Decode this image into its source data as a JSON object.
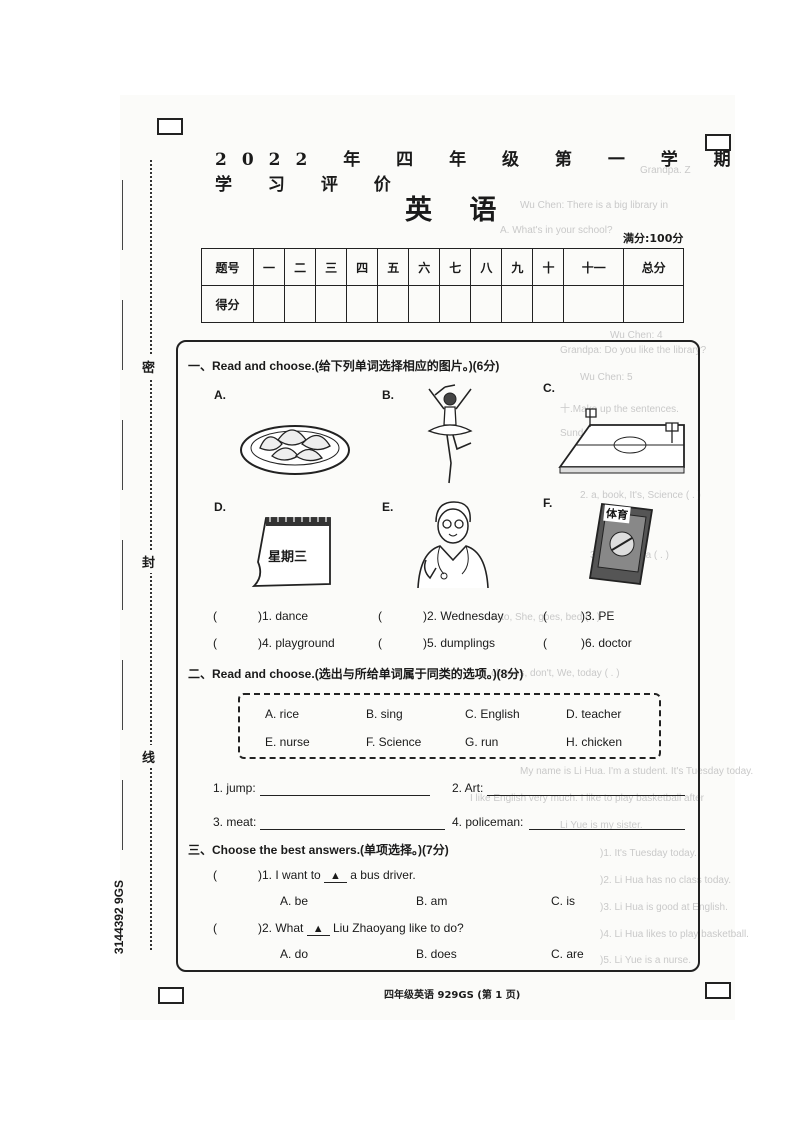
{
  "header": {
    "title": "2022 年 四 年 级 第 一 学 期 学 习 评 价",
    "subject": "英 语",
    "full_mark": "满分:100分"
  },
  "score_table": {
    "row1_label": "题号",
    "columns": [
      "一",
      "二",
      "三",
      "四",
      "五",
      "六",
      "七",
      "八",
      "九",
      "十",
      "十一",
      "总分"
    ],
    "row2_label": "得分"
  },
  "margin": {
    "words": [
      "密",
      "封",
      "线"
    ],
    "barcode": "3144392 9GS"
  },
  "section1": {
    "title": "一、Read and choose.(给下列单词选择相应的图片。)(6分)",
    "labels": [
      "A.",
      "B.",
      "C.",
      "D.",
      "E.",
      "F."
    ],
    "calendar_text": "星期三",
    "book_text": "体育",
    "answers": [
      {
        "paren": "(",
        "close": ")1. dance"
      },
      {
        "paren": "(",
        "close": ")2. Wednesday"
      },
      {
        "paren": "(",
        "close": ")3. PE"
      },
      {
        "paren": "(",
        "close": ")4. playground"
      },
      {
        "paren": "(",
        "close": ")5. dumplings"
      },
      {
        "paren": "(",
        "close": ")6. doctor"
      }
    ]
  },
  "section2": {
    "title": "二、Read and choose.(选出与所给单词属于同类的选项。)(8分)",
    "words": [
      "A. rice",
      "B. sing",
      "C. English",
      "D. teacher",
      "E. nurse",
      "F. Science",
      "G. run",
      "H. chicken"
    ],
    "blanks": [
      "1. jump:",
      "2. Art:",
      "3. meat:",
      "4. policeman:"
    ]
  },
  "section3": {
    "title": "三、Choose the best answers.(单项选择。)(7分)",
    "questions": [
      {
        "paren": "(",
        "stem_before": ")1. I want to",
        "marker": "▲",
        "stem_after": "a bus driver.",
        "options": [
          "A. be",
          "B. am",
          "C. is"
        ]
      },
      {
        "paren": "(",
        "stem_before": ")2. What",
        "marker": "▲",
        "stem_after": "Liu Zhaoyang like to do?",
        "options": [
          "A. do",
          "B. does",
          "C. are"
        ]
      }
    ]
  },
  "footer": "四年级英语 929GS (第 1 页)"
}
